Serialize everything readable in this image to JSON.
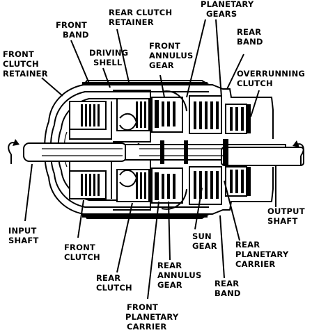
{
  "labels": {
    "front_band": [
      "FRONT",
      "BAND"
    ],
    "rear_clutch_retainer": [
      "REAR CLUTCH",
      "RETAINER"
    ],
    "planetary_gears": [
      "PLANETARY",
      "GEARS"
    ],
    "rear_band_top": [
      "REAR",
      "BAND"
    ],
    "front_clutch_retainer": [
      "FRONT",
      "CLUTCH",
      "RETAINER"
    ],
    "driving_shell": [
      "DRIVING",
      "SHELL"
    ],
    "front_annulus_gear": [
      "FRONT",
      "ANNULUS",
      "GEAR"
    ],
    "overrunning_clutch": [
      "OVERRUNNING",
      "CLUTCH"
    ],
    "input_shaft": [
      "INPUT",
      "SHAFT"
    ],
    "output_shaft": [
      "OUTPUT",
      "SHAFT"
    ],
    "front_clutch": [
      "FRONT",
      "CLUTCH"
    ],
    "sun_gear": [
      "SUN",
      "GEAR"
    ],
    "rear_planetary_carrier": [
      "REAR",
      "PLANETARY",
      "CARRIER"
    ],
    "rear_annulus_gear": [
      "REAR",
      "ANNULUS",
      "GEAR"
    ],
    "rear_clutch": [
      "REAR",
      "CLUTCH"
    ],
    "rear_band_bottom": [
      "REAR",
      "BAND"
    ],
    "front_planetary_carrier": [
      "FRONT",
      "PLANETARY",
      "CARRIER"
    ]
  },
  "colors": {
    "ink": "#000000",
    "paper": "#ffffff"
  }
}
